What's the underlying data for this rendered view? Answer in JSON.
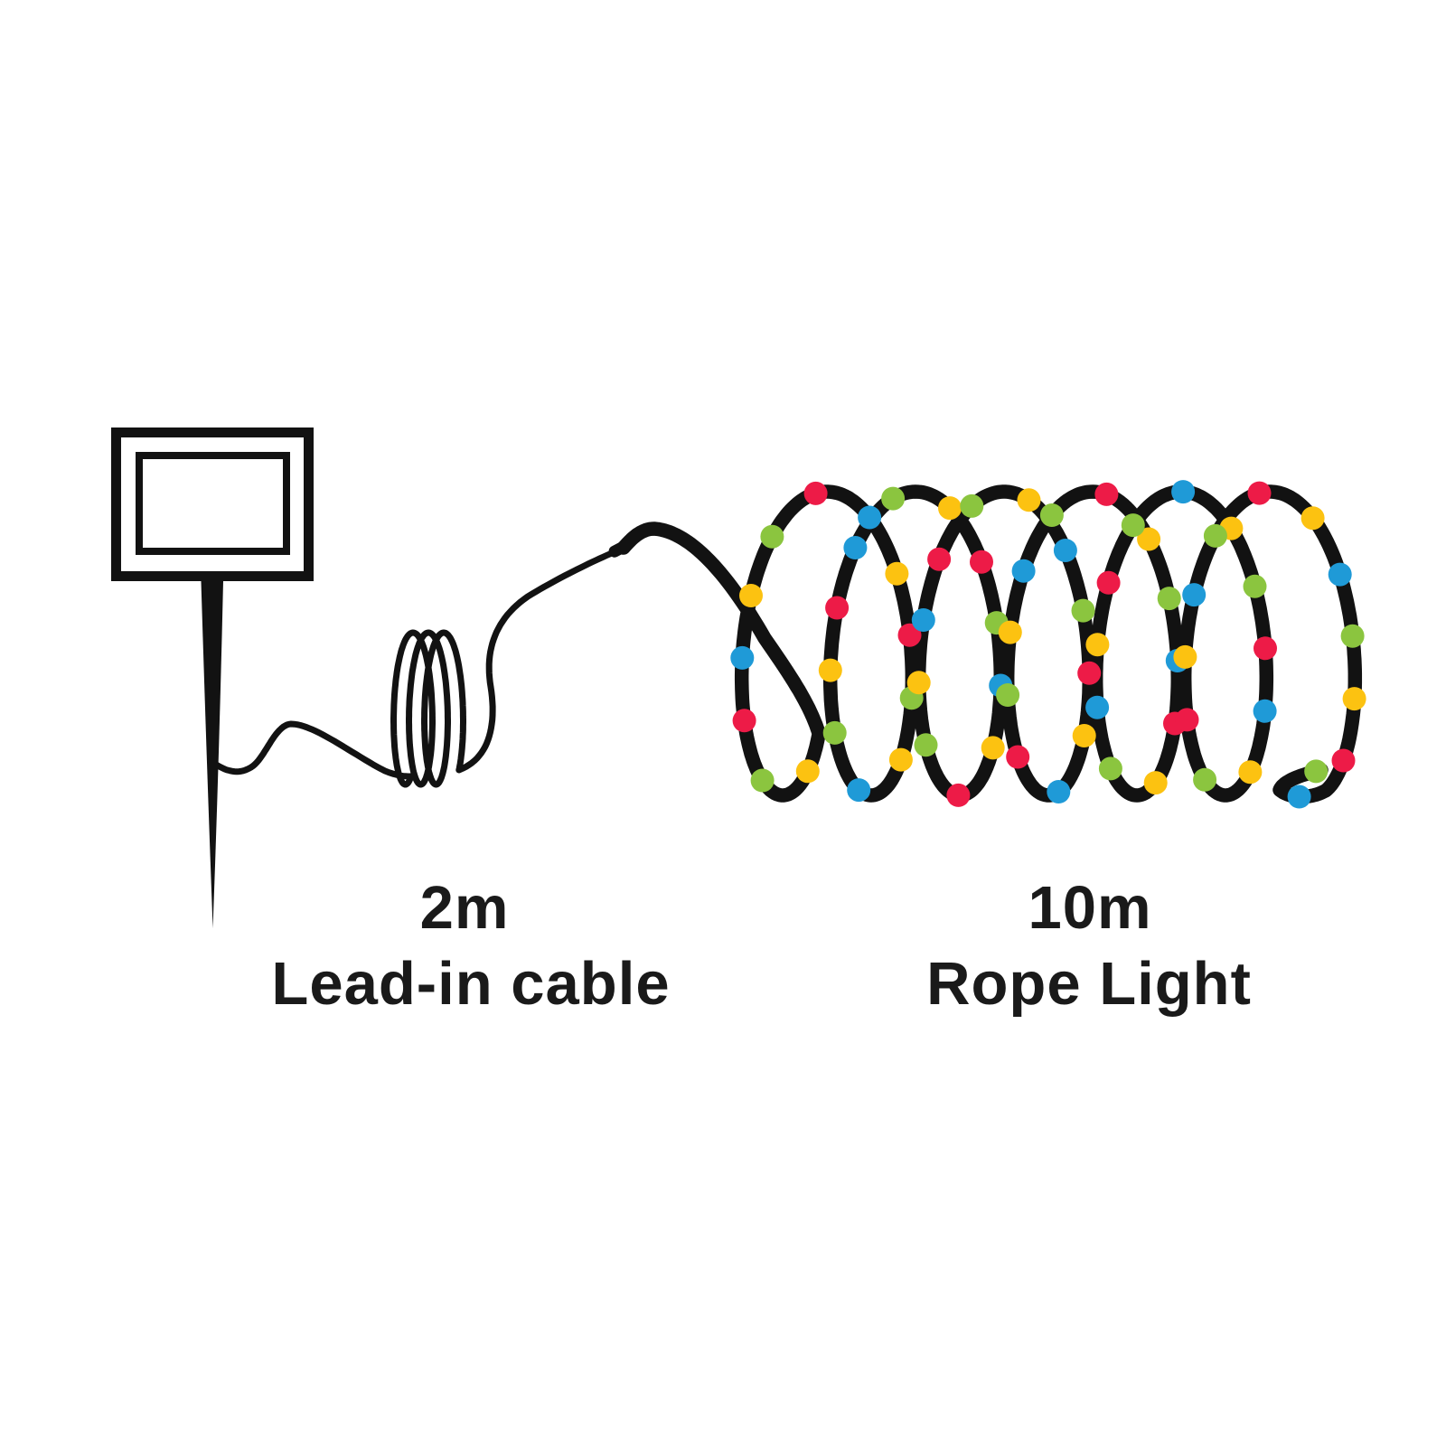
{
  "colors": {
    "background": "#ffffff",
    "line": "#121212",
    "text": "#1a1a1a"
  },
  "parts": {
    "solar_panel": "solar panel on ground spike",
    "lead_in_cable": "thin coiled lead-in cable",
    "rope_light": "thick coiled rope light with multicolour LEDs"
  },
  "labels": {
    "cable": {
      "length": "2m",
      "name": "Lead-in cable"
    },
    "rope": {
      "length": "10m",
      "name": "Rope Light"
    }
  },
  "rope_light": {
    "led_palette": {
      "green": "#8bc53f",
      "red": "#ed1b47",
      "yellow": "#fcc211",
      "blue": "#1f9ad7"
    },
    "led_sequence": [
      "yellow",
      "green",
      "red",
      "blue",
      "yellow",
      "green",
      "red",
      "blue",
      "yellow",
      "red",
      "green",
      "yellow",
      "blue",
      "green",
      "yellow",
      "red",
      "blue",
      "green",
      "yellow",
      "red",
      "green",
      "blue",
      "yellow",
      "red",
      "green",
      "yellow",
      "blue",
      "red",
      "green",
      "yellow",
      "blue",
      "green",
      "red",
      "yellow",
      "blue",
      "red",
      "green",
      "yellow",
      "blue",
      "green",
      "red",
      "yellow",
      "green",
      "blue",
      "red",
      "yellow",
      "green",
      "blue",
      "yellow",
      "red",
      "green",
      "blue",
      "yellow",
      "green",
      "red",
      "blue",
      "yellow",
      "green",
      "red",
      "yellow",
      "blue",
      "green",
      "red",
      "yellow",
      "blue",
      "green",
      "yellow",
      "red",
      "blue",
      "green"
    ]
  }
}
